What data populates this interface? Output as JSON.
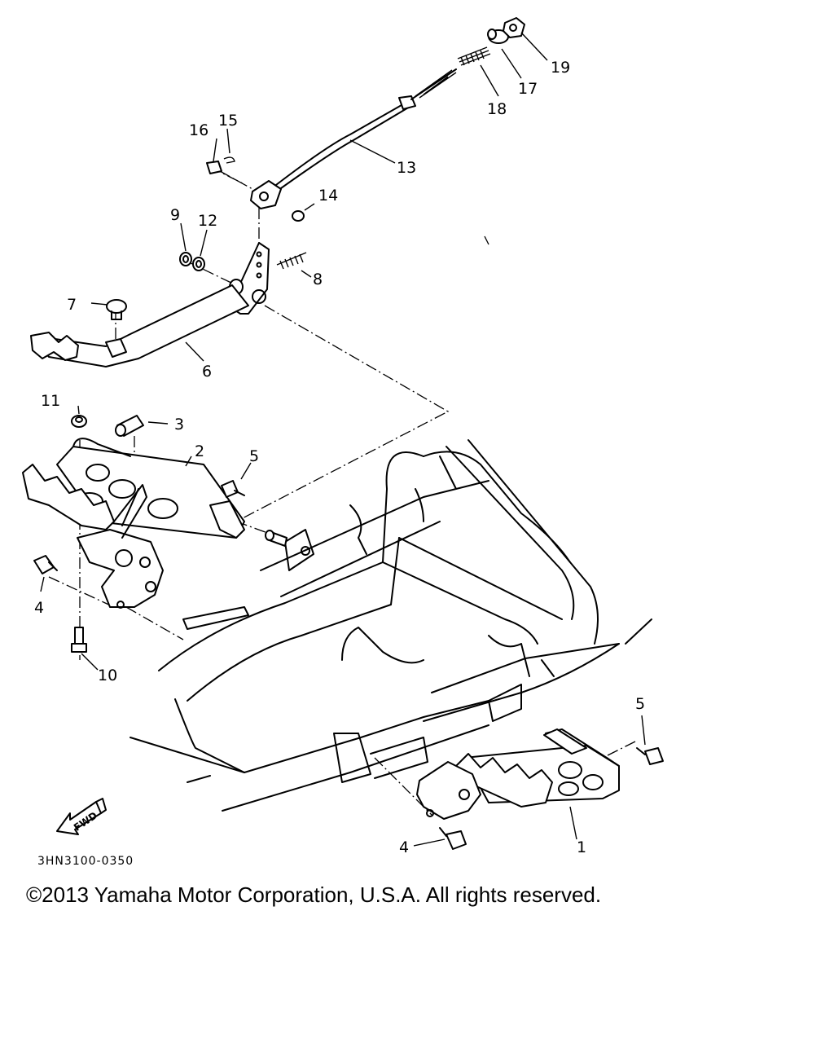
{
  "diagram": {
    "part_labels": {
      "p1": "1",
      "p2": "2",
      "p3": "3",
      "p4a": "4",
      "p4b": "4",
      "p5a": "5",
      "p5b": "5",
      "p6": "6",
      "p7": "7",
      "p8": "8",
      "p9": "9",
      "p10": "10",
      "p11": "11",
      "p12": "12",
      "p13": "13",
      "p14": "14",
      "p15": "15",
      "p16": "16",
      "p17": "17",
      "p18": "18",
      "p19": "19"
    },
    "fwd_label": "FWD",
    "drawing_code": "3HN3100-0350"
  },
  "footer": {
    "copyright": "©2013 Yamaha Motor Corporation, U.S.A. All rights reserved."
  }
}
